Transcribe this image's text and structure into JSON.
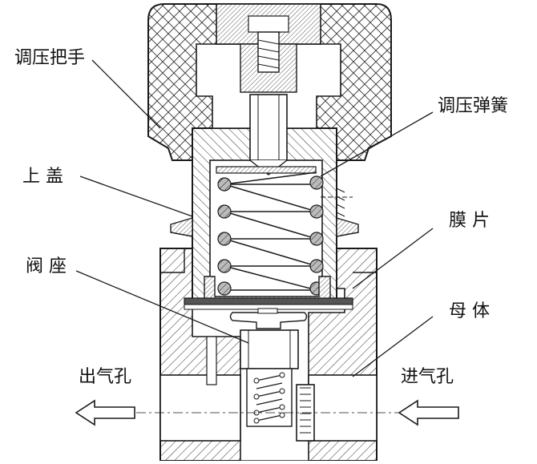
{
  "labels": {
    "handle": "调压把手",
    "spring": "调压弹簧",
    "cover": "上 盖",
    "diaphragm": "膜 片",
    "valve_seat": "阀 座",
    "body": "母 体",
    "outlet": "出气孔",
    "inlet": "进气孔"
  },
  "colors": {
    "line": "#1a1a1a",
    "hatch": "#444444",
    "background": "#ffffff"
  }
}
